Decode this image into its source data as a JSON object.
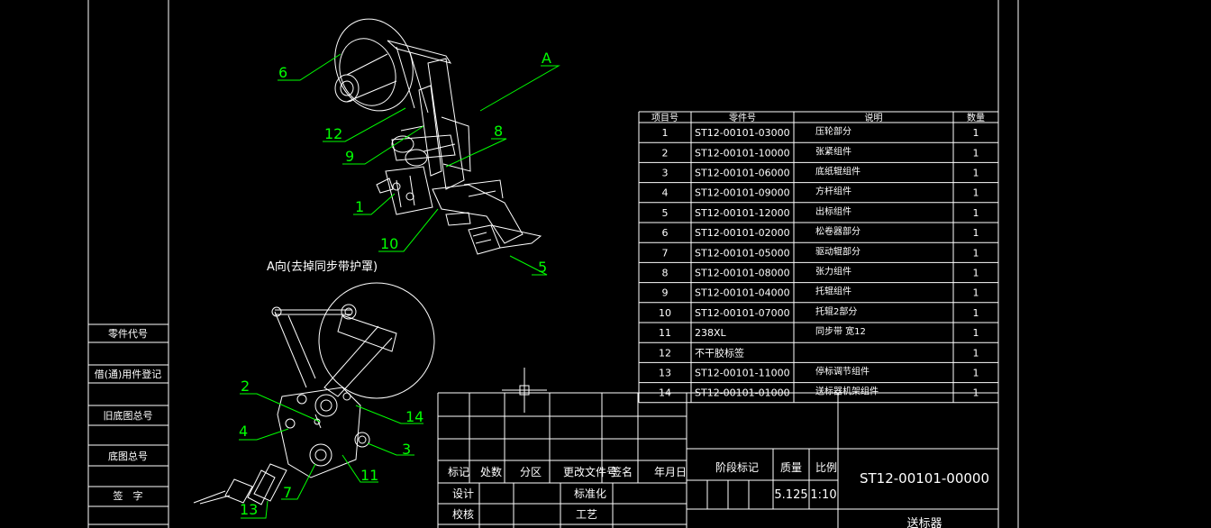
{
  "left_frame": {
    "labels": [
      "零件代号",
      "借(通)用件登记",
      "旧底图总号",
      "底图总号",
      "签　字"
    ]
  },
  "view_caption": "A向(去掉同步带护罩)",
  "arrow_label": "A",
  "callouts_top": [
    "6",
    "12",
    "9",
    "8",
    "1",
    "10",
    "5",
    "A"
  ],
  "callouts_bottom": [
    "2",
    "4",
    "14",
    "3",
    "11",
    "7",
    "13"
  ],
  "parts_table": {
    "headers": [
      "项目号",
      "零件号",
      "说明",
      "数量"
    ],
    "rows": [
      [
        "1",
        "ST12-00101-03000",
        "压轮部分",
        "1"
      ],
      [
        "2",
        "ST12-00101-10000",
        "张紧组件",
        "1"
      ],
      [
        "3",
        "ST12-00101-06000",
        "底纸辊组件",
        "1"
      ],
      [
        "4",
        "ST12-00101-09000",
        "方杆组件",
        "1"
      ],
      [
        "5",
        "ST12-00101-12000",
        "出标组件",
        "1"
      ],
      [
        "6",
        "ST12-00101-02000",
        "松卷器部分",
        "1"
      ],
      [
        "7",
        "ST12-00101-05000",
        "驱动辊部分",
        "1"
      ],
      [
        "8",
        "ST12-00101-08000",
        "张力组件",
        "1"
      ],
      [
        "9",
        "ST12-00101-04000",
        "托辊组件",
        "1"
      ],
      [
        "10",
        "ST12-00101-07000",
        "托辊2部分",
        "1"
      ],
      [
        "11",
        "238XL",
        "同步带  宽12",
        "1"
      ],
      [
        "12",
        "不干胶标签",
        "",
        "1"
      ],
      [
        "13",
        "ST12-00101-11000",
        "停标调节组件",
        "1"
      ],
      [
        "14",
        "ST12-00101-01000",
        "送标器机架组件",
        "1"
      ]
    ]
  },
  "title_block": {
    "rev_headers": [
      "标记",
      "处数",
      "分区",
      "更改文件号",
      "签名",
      "年月日"
    ],
    "roles": [
      "设计",
      "标准化",
      "校核",
      "工艺"
    ],
    "stage_label": "阶段标记",
    "mass_label": "质量",
    "scale_label": "比例",
    "mass_value": "5.125",
    "scale_value": "1:10",
    "drawing_number": "ST12-00101-00000",
    "drawing_name": "送标器"
  },
  "colors": {
    "background": "#000000",
    "lines": "#ffffff",
    "callouts": "#00ff00",
    "text": "#ffffff"
  }
}
